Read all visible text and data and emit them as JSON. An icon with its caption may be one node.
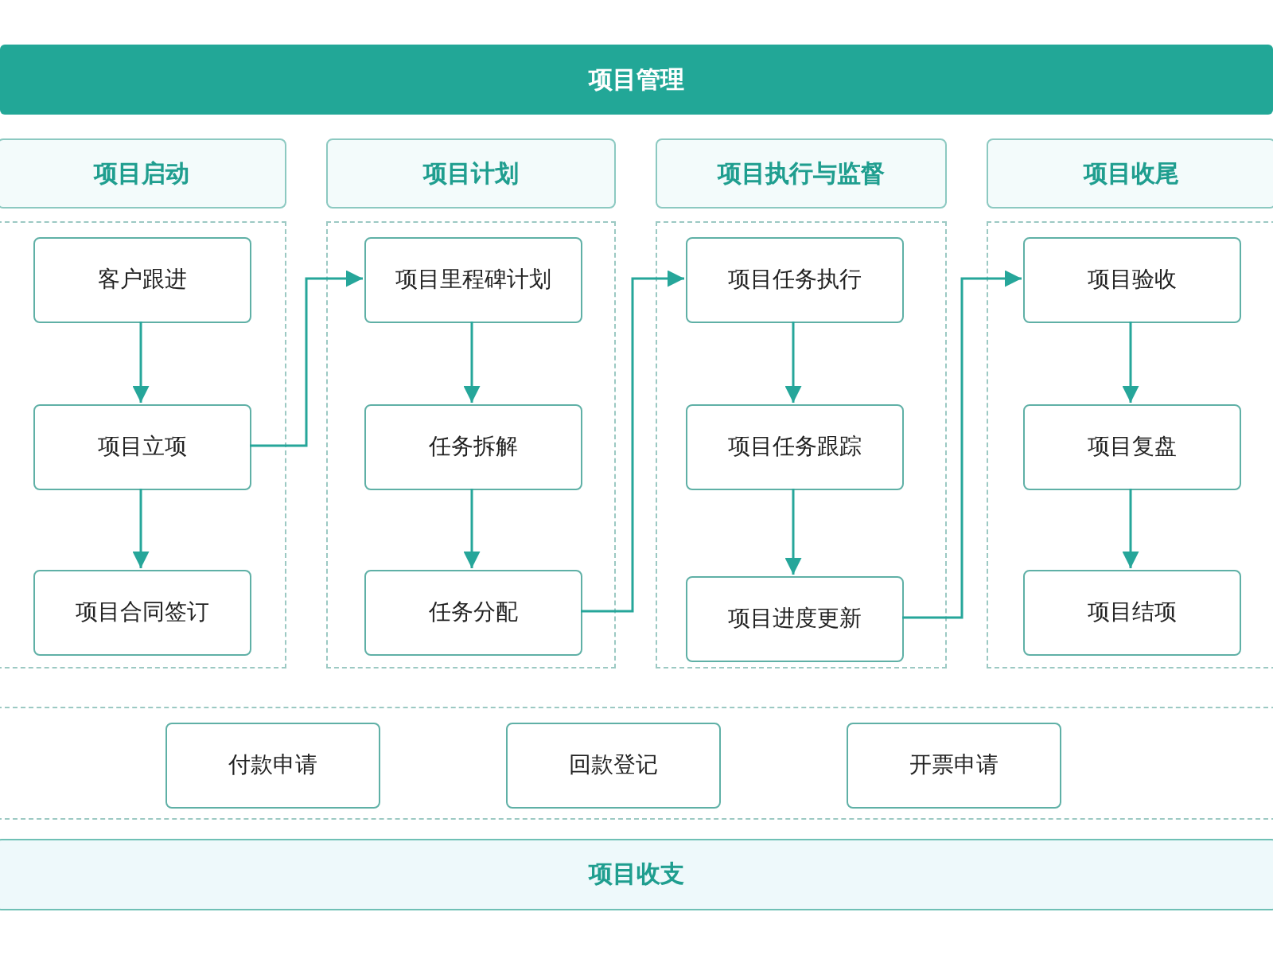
{
  "diagram": {
    "nodes": [
      {
        "text": [
          "项目管理"
        ]
      },
      {
        "text": [
          "项目启动"
        ]
      },
      {
        "text": [],
        "shape": "box"
      },
      {
        "text": [
          "客户跟进"
        ],
        "in": 2
      },
      {
        "text": [
          "项目立项"
        ],
        "in": 2
      },
      {
        "text": [
          "项目合同签订"
        ],
        "in": 2
      },
      {
        "text": [
          "项目计划"
        ]
      },
      {
        "text": [],
        "shape": "box"
      },
      {
        "text": [
          "项目里程碑计划"
        ],
        "in": 7
      },
      {
        "text": [
          "任务拆解"
        ],
        "in": 7
      },
      {
        "text": [
          "任务分配"
        ],
        "in": 7
      },
      {
        "text": [
          "项目执行与监督"
        ]
      },
      {
        "text": [],
        "shape": "box"
      },
      {
        "text": [
          "项目任务执行"
        ],
        "in": 12
      },
      {
        "text": [
          "项目任务跟踪"
        ],
        "in": 12
      },
      {
        "text": [
          "项目进度更新"
        ],
        "in": 12
      },
      {
        "text": [
          "项目收尾"
        ]
      },
      {
        "text": [],
        "shape": "box"
      },
      {
        "text": [
          "项目验收"
        ],
        "in": 17
      },
      {
        "text": [
          "项目复盘"
        ],
        "in": 17
      },
      {
        "text": [
          "项目结项"
        ],
        "in": 17
      },
      {
        "text": [],
        "shape": "box"
      },
      {
        "text": [
          "付款申请"
        ],
        "in": 21
      },
      {
        "text": [
          "回款登记"
        ],
        "in": 21
      },
      {
        "text": [
          "开票申请"
        ],
        "in": 21
      },
      {
        "text": [
          "项目收支"
        ]
      }
    ],
    "edges": [
      {
        "from": 3,
        "to": 4,
        "arrow": "to"
      },
      {
        "from": 4,
        "to": 5,
        "arrow": "to"
      },
      {
        "from": 4,
        "to": 8,
        "arrow": "to"
      },
      {
        "from": 8,
        "to": 9,
        "arrow": "to"
      },
      {
        "from": 9,
        "to": 10,
        "arrow": "to"
      },
      {
        "from": 10,
        "to": 13,
        "arrow": "to"
      },
      {
        "from": 13,
        "to": 14,
        "arrow": "to"
      },
      {
        "from": 14,
        "to": 15,
        "arrow": "to"
      },
      {
        "from": 15,
        "to": 18,
        "arrow": "to"
      },
      {
        "from": 18,
        "to": 19,
        "arrow": "to"
      },
      {
        "from": 19,
        "to": 20,
        "arrow": "to"
      }
    ]
  }
}
